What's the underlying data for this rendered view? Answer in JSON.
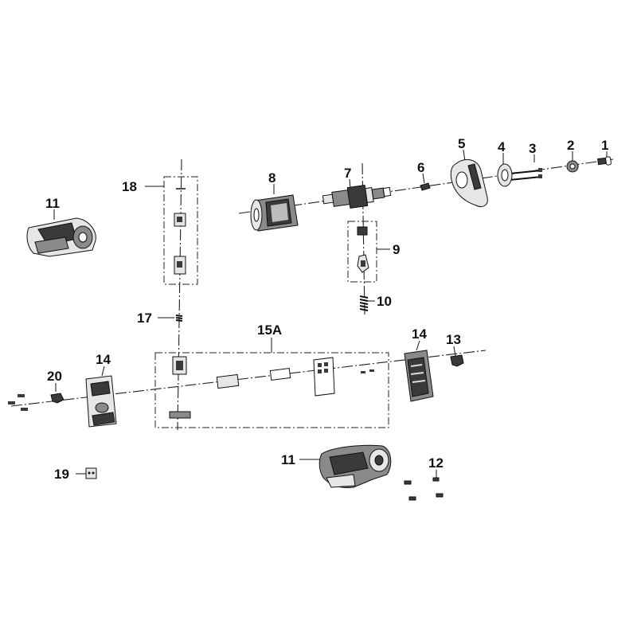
{
  "labels": {
    "l1": "1",
    "l2": "2",
    "l3": "3",
    "l4": "4",
    "l5": "5",
    "l6": "6",
    "l7": "7",
    "l8": "8",
    "l9": "9",
    "l10": "10",
    "l11a": "11",
    "l11b": "11",
    "l12": "12",
    "l13": "13",
    "l14a": "14",
    "l14b": "14",
    "l15a": "15A",
    "l17": "17",
    "l18": "18",
    "l19": "19",
    "l20": "20"
  }
}
